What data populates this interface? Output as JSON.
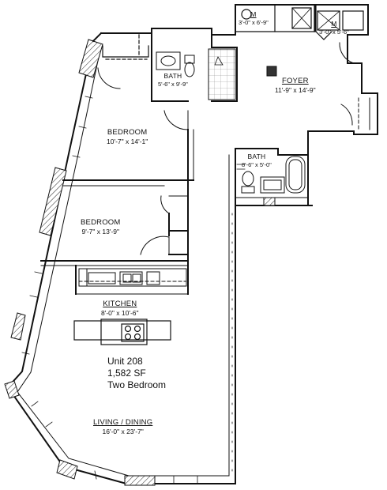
{
  "rooms": {
    "bedroom1": {
      "name": "BEDROOM",
      "dims": "10'-7\" x 14'-1\""
    },
    "bedroom2": {
      "name": "BEDROOM",
      "dims": "9'-7\" x 13'-9\""
    },
    "kitchen": {
      "name": "KITCHEN",
      "dims": "8'-0\" x 10'-6\""
    },
    "living": {
      "name": "LIVING / DINING",
      "dims": "16'-0\" x 23'-7\""
    },
    "foyer": {
      "name": "FOYER",
      "dims": "11'-9\" x 14'-9\""
    },
    "bath1": {
      "name": "BATH",
      "dims": "5'-6\" x 9'-9\""
    },
    "bath2": {
      "name": "BATH",
      "dims": "8'-6\" x 5'-0\""
    },
    "closet1": {
      "name": "M",
      "dims": "3'-0\" x 6'-9\""
    },
    "closet2": {
      "name": "M",
      "dims": "3'-0\" x 5'-6\""
    }
  },
  "unit": {
    "number": "Unit 208",
    "area": "1,582 SF",
    "type": "Two Bedroom"
  }
}
